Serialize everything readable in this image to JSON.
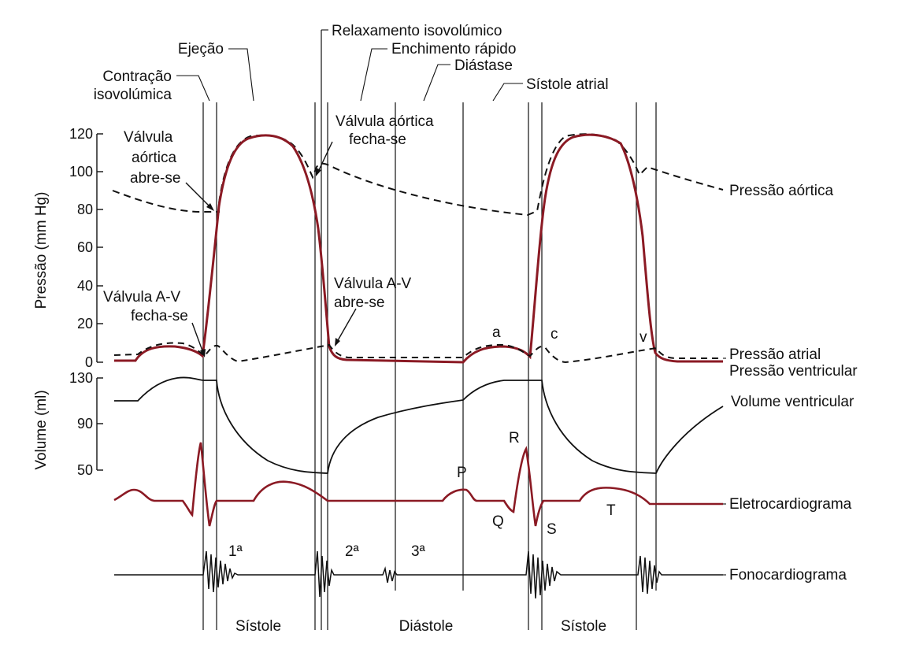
{
  "colors": {
    "ventricular_trace": "#8b1a24",
    "ink": "#111111"
  },
  "phases": {
    "isovolumic_contraction_l1": "Contração",
    "isovolumic_contraction_l2": "isovolúmica",
    "ejection": "Ejeção",
    "isovolumic_relaxation": "Relaxamento isovolúmico",
    "rapid_filling": "Enchimento rápido",
    "diastasis": "Diástase",
    "atrial_systole": "Sístole atrial"
  },
  "annotations": {
    "aortic_opens_l1": "Válvula",
    "aortic_opens_l2": "aórtica",
    "aortic_opens_l3": "abre-se",
    "aortic_closes_l1": "Válvula aórtica",
    "aortic_closes_l2": "fecha-se",
    "av_closes_l1": "Válvula A-V",
    "av_closes_l2": "fecha-se",
    "av_opens_l1": "Válvula A-V",
    "av_opens_l2": "abre-se",
    "wave_a": "a",
    "wave_c": "c",
    "wave_v": "v"
  },
  "axes": {
    "pressure_title": "Pressão (mm Hg)",
    "pressure_ticks": [
      "120",
      "100",
      "80",
      "60",
      "40",
      "20",
      "0"
    ],
    "volume_title": "Volume (ml)",
    "volume_ticks": [
      "130",
      "90",
      "50"
    ]
  },
  "curves": {
    "aortic": "Pressão aórtica",
    "atrial": "Pressão atrial",
    "ventricular": "Pressão ventricular",
    "volume": "Volume ventricular",
    "ecg": "Eletrocardiograma",
    "phono": "Fonocardiograma"
  },
  "ecg_waves": {
    "P": "P",
    "Q": "Q",
    "R": "R",
    "S": "S",
    "T": "T"
  },
  "heart_sounds": {
    "first": "1ª",
    "second": "2ª",
    "third": "3ª"
  },
  "periods": {
    "systole_1": "Sístole",
    "diastole": "Diástole",
    "systole_2": "Sístole"
  }
}
